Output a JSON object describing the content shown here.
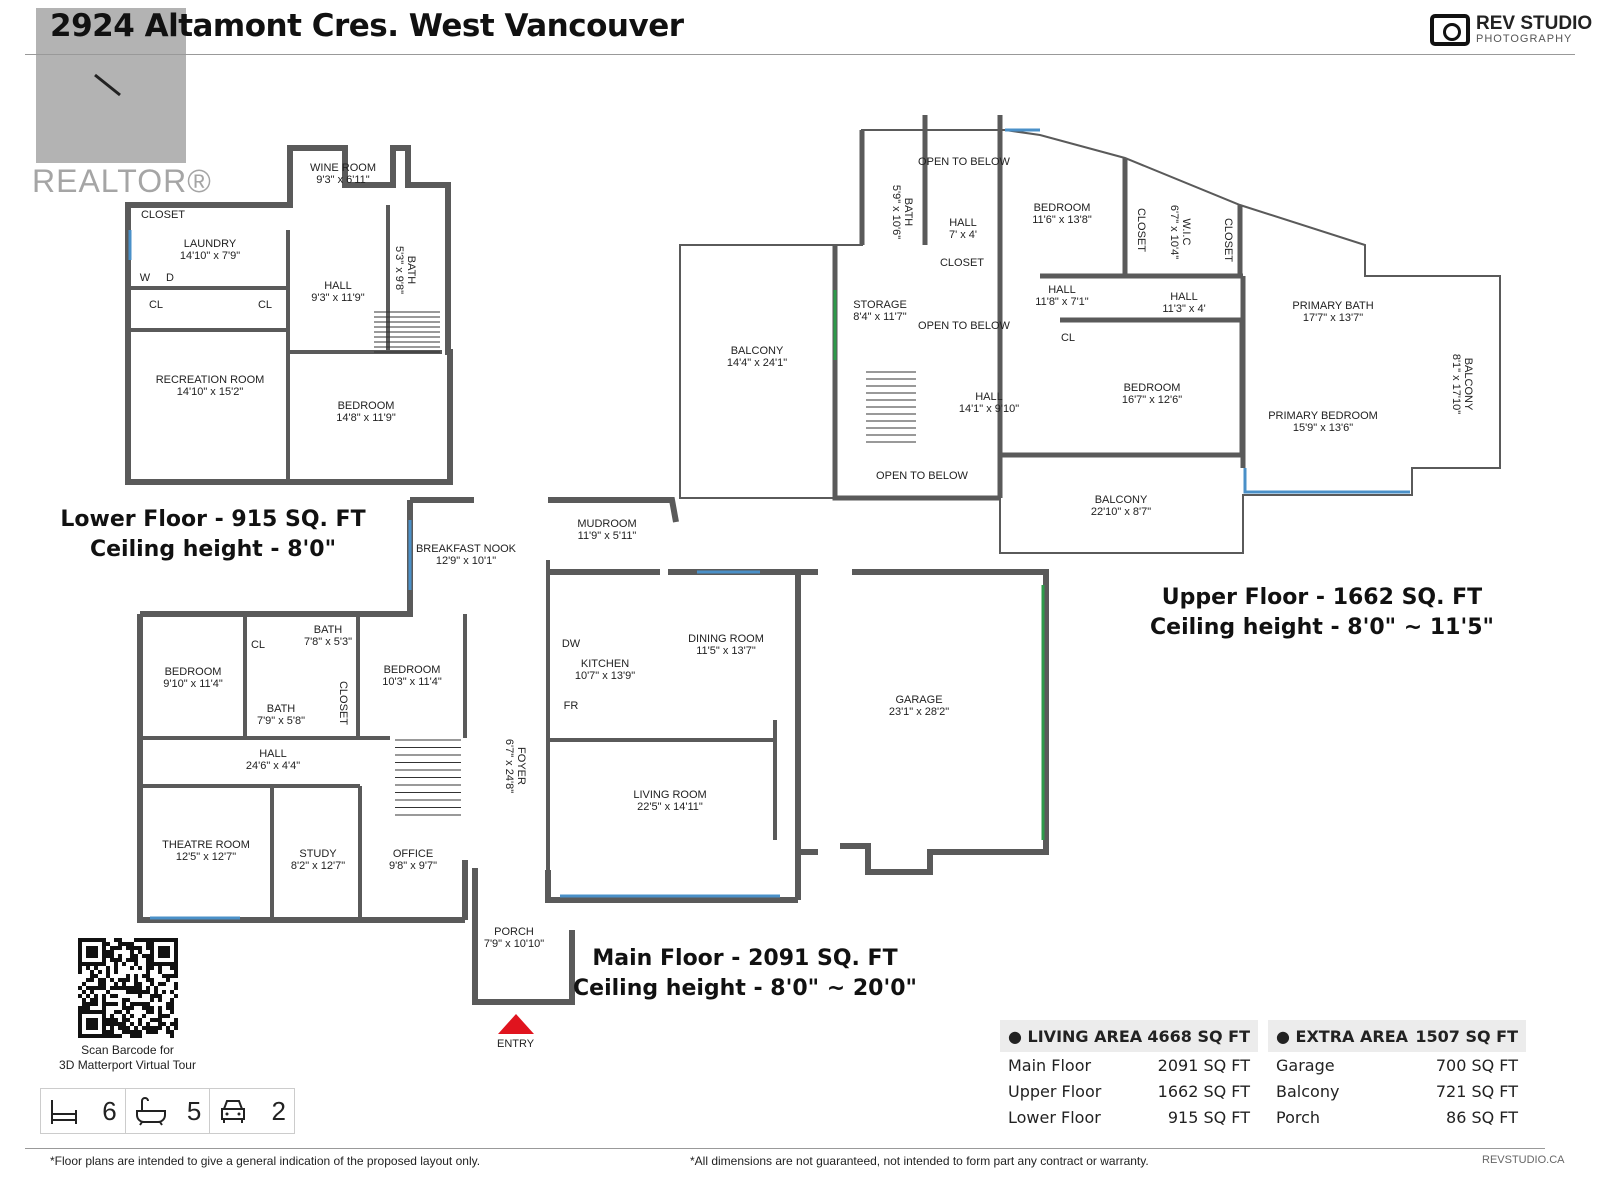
{
  "header": {
    "title": "2924 Altamont Cres. West Vancouver",
    "brand_name": "REV STUDIO",
    "brand_sub": "PHOTOGRAPHY",
    "watermark": "REALTOR®"
  },
  "floors": {
    "lower": {
      "title": "Lower Floor - 915 SQ. FT",
      "ceiling": "Ceiling height - 8'0\""
    },
    "main": {
      "title": "Main Floor - 2091 SQ. FT",
      "ceiling": "Ceiling height - 8'0\" ~ 20'0\""
    },
    "upper": {
      "title": "Upper  Floor - 1662 SQ. FT",
      "ceiling": "Ceiling height - 8'0\" ~ 11'5\""
    }
  },
  "rooms": [
    {
      "name": "CLOSET",
      "dims": ""
    },
    {
      "name": "LAUNDRY",
      "dims": "14'10\" x 7'9\""
    },
    {
      "name": "W",
      "dims": ""
    },
    {
      "name": "D",
      "dims": ""
    },
    {
      "name": "CL",
      "dims": ""
    },
    {
      "name": "CL",
      "dims": ""
    },
    {
      "name": "HALL",
      "dims": "9'3\" x 11'9\""
    },
    {
      "name": "WINE ROOM",
      "dims": "9'3\" x 6'11\""
    },
    {
      "name": "BATH",
      "dims": "5'3\" x 9'8\""
    },
    {
      "name": "RECREATION ROOM",
      "dims": "14'10\" x 15'2\""
    },
    {
      "name": "BEDROOM",
      "dims": "14'8\" x 11'9\""
    },
    {
      "name": "BREAKFAST NOOK",
      "dims": "12'9\" x 10'1\""
    },
    {
      "name": "MUDROOM",
      "dims": "11'9\" x 5'11\""
    },
    {
      "name": "DW",
      "dims": ""
    },
    {
      "name": "KITCHEN",
      "dims": "10'7\" x 13'9\""
    },
    {
      "name": "DINING ROOM",
      "dims": "11'5\" x 13'7\""
    },
    {
      "name": "FR",
      "dims": ""
    },
    {
      "name": "GARAGE",
      "dims": "23'1\" x 28'2\""
    },
    {
      "name": "LIVING ROOM",
      "dims": "22'5\" x 14'11\""
    },
    {
      "name": "FOYER",
      "dims": "6'7\" x 24'8\""
    },
    {
      "name": "PORCH",
      "dims": "7'9\" x 10'10\""
    },
    {
      "name": "BEDROOM",
      "dims": "9'10\" x 11'4\""
    },
    {
      "name": "CL",
      "dims": ""
    },
    {
      "name": "BATH",
      "dims": "7'8\" x 5'3\""
    },
    {
      "name": "BEDROOM",
      "dims": "10'3\" x 11'4\""
    },
    {
      "name": "BATH",
      "dims": "7'9\" x 5'8\""
    },
    {
      "name": "CLOSET",
      "dims": ""
    },
    {
      "name": "HALL",
      "dims": "24'6\" x 4'4\""
    },
    {
      "name": "THEATRE ROOM",
      "dims": "12'5\" x 12'7\""
    },
    {
      "name": "STUDY",
      "dims": "8'2\" x 12'7\""
    },
    {
      "name": "OFFICE",
      "dims": "9'8\" x 9'7\""
    },
    {
      "name": "OPEN TO BELOW",
      "dims": ""
    },
    {
      "name": "BATH",
      "dims": "5'9\" x 10'6\""
    },
    {
      "name": "HALL",
      "dims": "7' x 4'"
    },
    {
      "name": "CLOSET",
      "dims": ""
    },
    {
      "name": "BEDROOM",
      "dims": "11'6\" x 13'8\""
    },
    {
      "name": "CLOSET",
      "dims": ""
    },
    {
      "name": "W.I.C",
      "dims": "6'7\" x 10'4\""
    },
    {
      "name": "CLOSET",
      "dims": ""
    },
    {
      "name": "STORAGE",
      "dims": "8'4\" x 11'7\""
    },
    {
      "name": "OPEN TO BELOW",
      "dims": ""
    },
    {
      "name": "HALL",
      "dims": "11'8\" x 7'1\""
    },
    {
      "name": "HALL",
      "dims": "11'3\" x 4'"
    },
    {
      "name": "CL",
      "dims": ""
    },
    {
      "name": "PRIMARY BATH",
      "dims": "17'7\" x 13'7\""
    },
    {
      "name": "BALCONY",
      "dims": "14'4\" x 24'1\""
    },
    {
      "name": "HALL",
      "dims": "14'1\" x 9'10\""
    },
    {
      "name": "BEDROOM",
      "dims": "16'7\" x 12'6\""
    },
    {
      "name": "PRIMARY BEDROOM",
      "dims": "15'9\" x 13'6\""
    },
    {
      "name": "BALCONY",
      "dims": "8'1\" x 17'10\""
    },
    {
      "name": "OPEN TO BELOW",
      "dims": ""
    },
    {
      "name": "BALCONY",
      "dims": "22'10\" x 8'7\""
    }
  ],
  "entry_label": "ENTRY",
  "living_area": {
    "label": "LIVING AREA",
    "total": "4668 SQ FT",
    "rows": [
      {
        "label": "Main Floor",
        "value": "2091 SQ FT"
      },
      {
        "label": "Upper Floor",
        "value": "1662 SQ FT"
      },
      {
        "label": "Lower Floor",
        "value": "915 SQ FT"
      }
    ]
  },
  "extra_area": {
    "label": "EXTRA AREA",
    "total": "1507 SQ FT",
    "rows": [
      {
        "label": "Garage",
        "value": "700 SQ FT"
      },
      {
        "label": "Balcony",
        "value": "721 SQ FT"
      },
      {
        "label": "Porch",
        "value": "86 SQ FT"
      }
    ]
  },
  "qr": {
    "caption_1": "Scan Barcode for",
    "caption_2": "3D Matterport Virtual Tour"
  },
  "counts": {
    "bedrooms": "6",
    "bathrooms": "5",
    "parking": "2",
    "icons": [
      "bed-icon",
      "bathtub-icon",
      "car-icon"
    ]
  },
  "footer": {
    "left": "*Floor plans are intended to give a general indication of the proposed layout only.",
    "center": "*All dimensions are not guaranteed, not intended to form part any contract or warranty.",
    "right": "REVSTUDIO.CA"
  },
  "colors": {
    "wall": "#5a5a5a",
    "window": "#4a90c8",
    "door": "#2e9a4a",
    "entry": "#e0141e"
  }
}
